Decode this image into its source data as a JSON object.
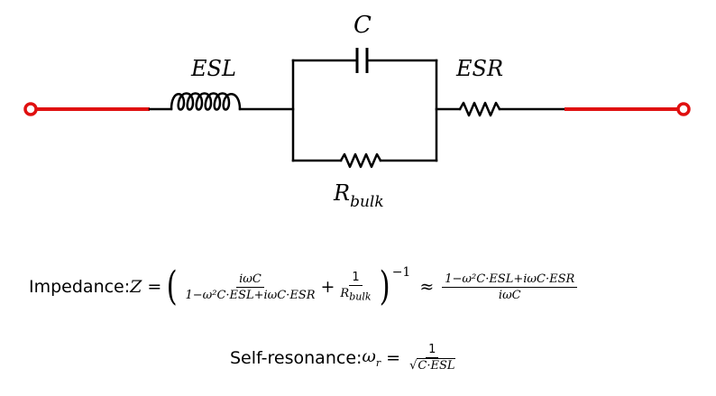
{
  "circuit": {
    "labels": {
      "inductor": "ESL",
      "capacitor": "C",
      "series_resistor": "ESR",
      "bulk_resistor_base": "R",
      "bulk_resistor_sub": "bulk"
    },
    "colors": {
      "lead": "#e01010",
      "wire": "#000000"
    }
  },
  "impedance": {
    "caption": "Impedance: ",
    "lhs": "Z =",
    "frac1_num": "iωC",
    "frac1_den": "1−ω²C·ESL+iωC·ESR",
    "plus": "+",
    "frac2_num": "1",
    "frac2_den_base": "R",
    "frac2_den_sub": "bulk",
    "exponent": "−1",
    "approx": "≈",
    "frac3_num": "1−ω²C·ESL+iωC·ESR",
    "frac3_den": "iωC"
  },
  "resonance": {
    "caption": "Self-resonance: ",
    "lhs_base": "ω",
    "lhs_sub": "r",
    "eq": "=",
    "frac_num": "1",
    "frac_den": "C·ESL"
  }
}
